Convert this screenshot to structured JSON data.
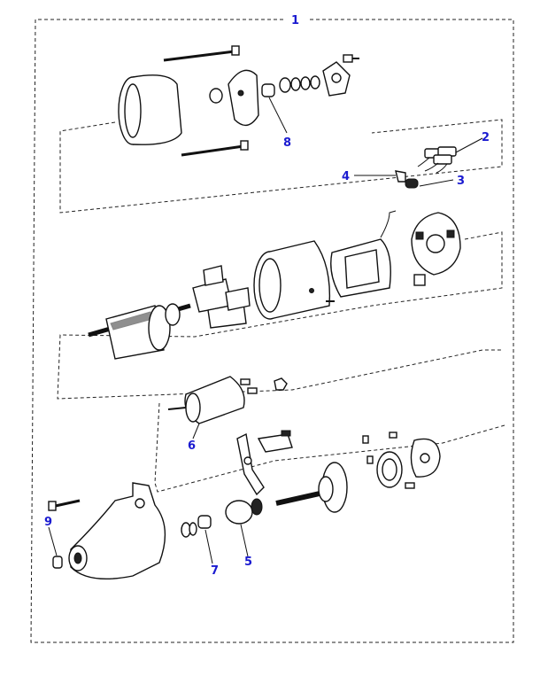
{
  "diagram": {
    "title": "Starter motor exploded view",
    "label_color": "#1a1ad0",
    "callouts": {
      "c1": "1",
      "c2": "2",
      "c3": "3",
      "c4": "4",
      "c5": "5",
      "c6": "6",
      "c7": "7",
      "c8": "8",
      "c9": "9"
    }
  }
}
